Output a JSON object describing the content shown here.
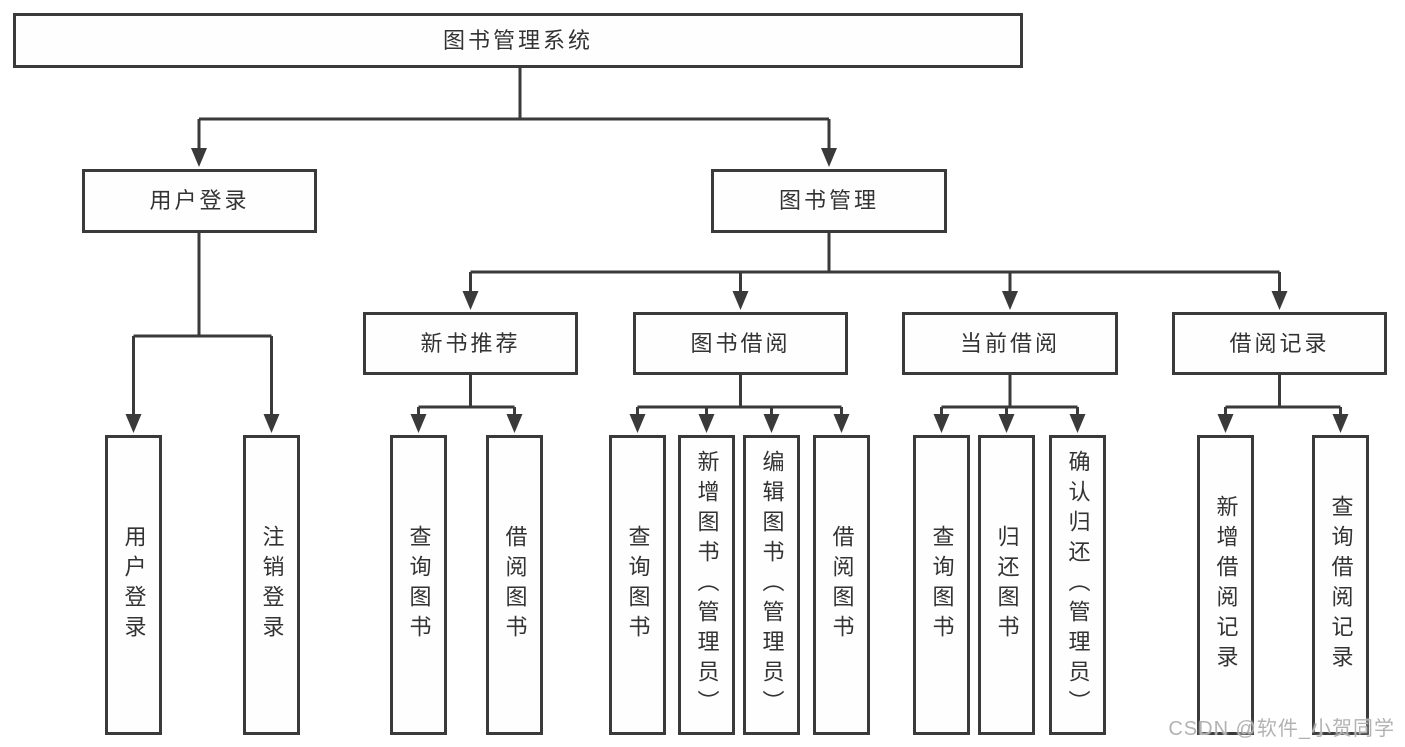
{
  "diagram": {
    "root": {
      "label": "图书管理系统"
    },
    "level2": {
      "user_login": {
        "label": "用户登录"
      },
      "book_mgmt": {
        "label": "图书管理"
      }
    },
    "level3": {
      "new_book": {
        "label": "新书推荐"
      },
      "book_borrow": {
        "label": "图书借阅"
      },
      "current_borrow": {
        "label": "当前借阅"
      },
      "borrow_records": {
        "label": "借阅记录"
      }
    },
    "leaves": {
      "user_login": [
        "用户登录",
        "注销登录"
      ],
      "new_book": [
        "查询图书",
        "借阅图书"
      ],
      "book_borrow": [
        "查询图书",
        "新增图书（管理员）",
        "编辑图书（管理员）",
        "借阅图书"
      ],
      "current_borrow": [
        "查询图书",
        "归还图书",
        "确认归还（管理员）"
      ],
      "borrow_records": [
        "新增借阅记录",
        "查询借阅记录"
      ]
    },
    "colors": {
      "line": "#3a3a3a",
      "text": "#333333",
      "background": "#ffffff",
      "watermark": "#b3b3b3"
    },
    "watermark": "CSDN @软件_小贺同学"
  }
}
